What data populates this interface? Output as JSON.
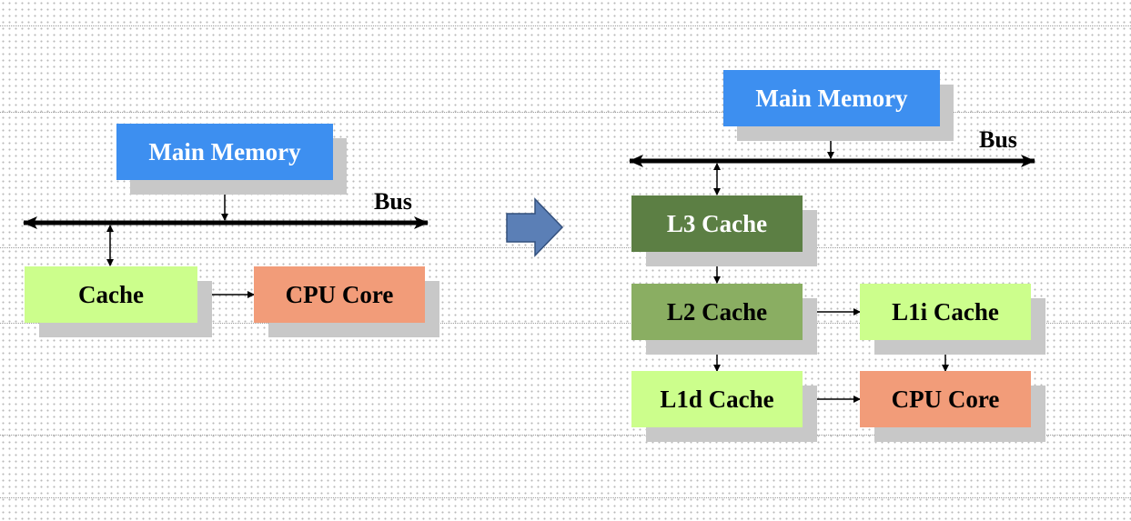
{
  "colors": {
    "main_memory": "#3d8ff0",
    "cache_light": "#ccfe8c",
    "cpu_core": "#f29c79",
    "l3_cache": "#5c7f44",
    "l2_cache": "#8aae62",
    "arrow": "#5b7fb6",
    "bus": "#000000",
    "shadow": "#c8c8c8"
  },
  "left": {
    "main_memory": "Main Memory",
    "bus": "Bus",
    "cache": "Cache",
    "cpu_core": "CPU Core"
  },
  "transition_arrow_icon": "right-arrow-icon",
  "right": {
    "main_memory": "Main Memory",
    "bus": "Bus",
    "l3_cache": "L3 Cache",
    "l2_cache": "L2 Cache",
    "l1i_cache": "L1i Cache",
    "l1d_cache": "L1d Cache",
    "cpu_core": "CPU Core"
  }
}
